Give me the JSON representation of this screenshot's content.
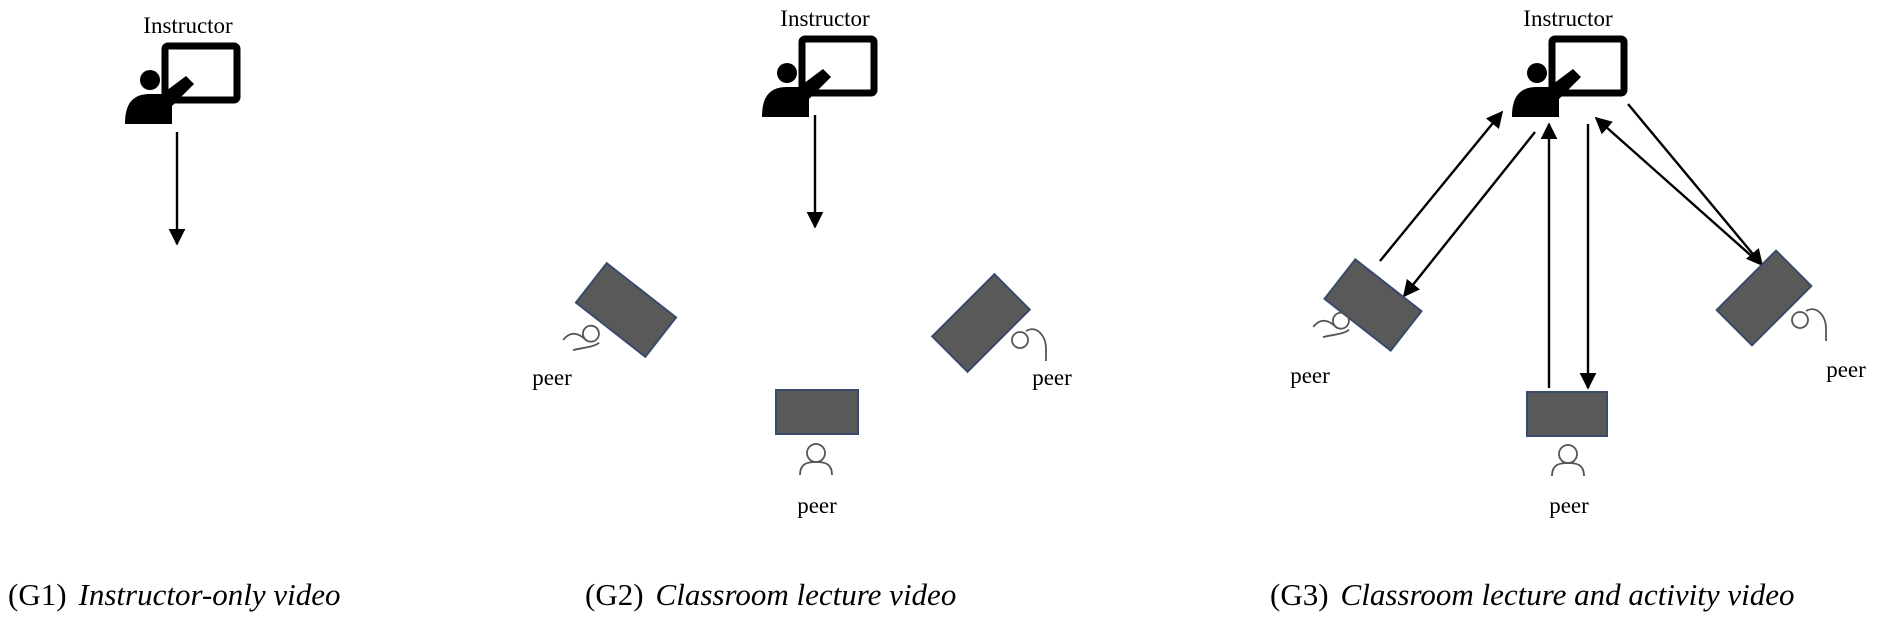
{
  "labels": {
    "instructor": "Instructor",
    "peer": "peer"
  },
  "captions": [
    {
      "prefix": "(G1)",
      "text": "Instructor-only video"
    },
    {
      "prefix": "(G2)",
      "text": "Classroom lecture video"
    },
    {
      "prefix": "(G3)",
      "text": "Classroom lecture and activity video"
    }
  ],
  "icons": [
    "instructor-board-icon",
    "desk-icon",
    "peer-person-icon",
    "arrow"
  ],
  "colors": {
    "desk": "#595959",
    "desk_border": "#3a4a6b",
    "line": "#000000",
    "peer_outline": "#555555"
  }
}
